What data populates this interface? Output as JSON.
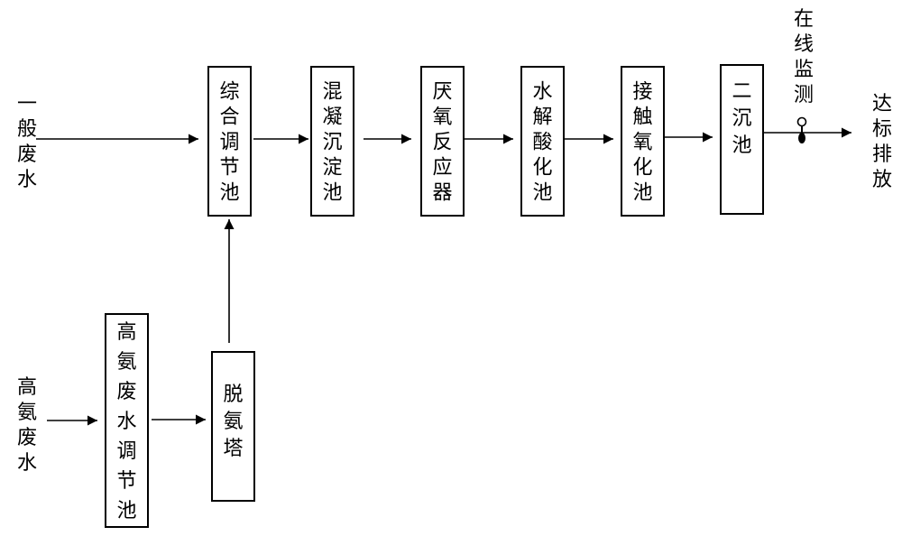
{
  "inputs": {
    "general_wastewater": "一般废水",
    "high_ammonia_wastewater": "高氨废水"
  },
  "process": {
    "comprehensive_tank": "综合调节池",
    "coagulation_tank": "混凝沉淀池",
    "anaerobic_reactor": "厌氧反应器",
    "hydrolysis_tank": "水解酸化池",
    "contact_oxidation_tank": "接触氧化池",
    "secondary_settling_tank": "二沉池",
    "high_ammonia_tank": "高氨废水调节池",
    "stripping_tower": "脱氨塔"
  },
  "monitoring": {
    "label": "在线监测",
    "icon": "monitor-valve-icon"
  },
  "output": {
    "discharge": "达标排放"
  }
}
